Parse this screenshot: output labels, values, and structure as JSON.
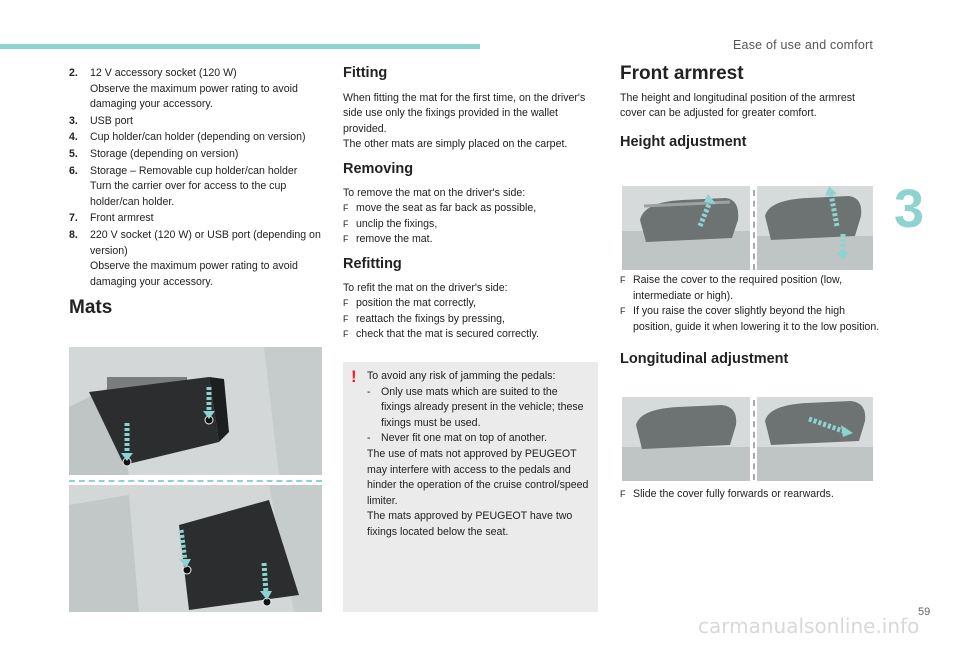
{
  "header": {
    "section_title": "Ease of use and comfort",
    "chapter_number": "3"
  },
  "footer": {
    "page_number": "59",
    "watermark": "carmanualsonline.info"
  },
  "column1": {
    "items": [
      {
        "num": "2.",
        "lines": [
          "12 V accessory socket (120 W)",
          "Observe the maximum power rating to avoid damaging your accessory."
        ]
      },
      {
        "num": "3.",
        "lines": [
          "USB port"
        ]
      },
      {
        "num": "4.",
        "lines": [
          "Cup holder/can holder (depending on version)"
        ]
      },
      {
        "num": "5.",
        "lines": [
          "Storage (depending on version)"
        ]
      },
      {
        "num": "6.",
        "lines": [
          "Storage – Removable cup holder/can holder",
          "Turn the carrier over for access to the cup holder/can holder."
        ]
      },
      {
        "num": "7.",
        "lines": [
          "Front armrest"
        ]
      },
      {
        "num": "8.",
        "lines": [
          "220 V socket (120 W) or USB port (depending on version)",
          "Observe the maximum power rating to avoid damaging your accessory."
        ]
      }
    ],
    "mats_heading": "Mats"
  },
  "column2": {
    "fitting_heading": "Fitting",
    "fitting_text_1": "When fitting the mat for the first time, on the driver's side use only the fixings provided in the wallet provided.",
    "fitting_text_2": "The other mats are simply placed on the carpet.",
    "removing_heading": "Removing",
    "removing_intro": "To remove the mat on the driver's side:",
    "removing_steps": [
      "move the seat as far back as possible,",
      "unclip the fixings,",
      "remove the mat."
    ],
    "refitting_heading": "Refitting",
    "refitting_intro": "To refit the mat on the driver's side:",
    "refitting_steps": [
      "position the mat correctly,",
      "reattach the fixings by pressing,",
      "check that the mat is secured correctly."
    ],
    "bullet_symbol": "F",
    "warning": {
      "mark": "!",
      "intro": "To avoid any risk of jamming the pedals:",
      "dashes": [
        "Only use mats which are suited to the fixings already present in the vehicle; these fixings must be used.",
        "Never fit one mat on top of another."
      ],
      "dash_symbol": "-",
      "text_1": "The use of mats not approved by PEUGEOT may interfere with access to the pedals and hinder the operation of the cruise control/speed limiter.",
      "text_2": "The mats approved by PEUGEOT have two fixings located below the seat."
    }
  },
  "column3": {
    "armrest_heading": "Front armrest",
    "armrest_text": "The height and longitudinal position of the armrest cover can be adjusted for greater comfort.",
    "height_heading": "Height adjustment",
    "height_steps": [
      "Raise the cover to the required position (low, intermediate or high).",
      "If you raise the cover slightly beyond the high position, guide it when lowering it to the low position."
    ],
    "longitudinal_heading": "Longitudinal adjustment",
    "longitudinal_steps": [
      "Slide the cover fully forwards or rearwards."
    ]
  },
  "colors": {
    "accent": "#8fd3d0",
    "warning_mark": "#e22222",
    "warning_bg": "#ebebeb"
  }
}
